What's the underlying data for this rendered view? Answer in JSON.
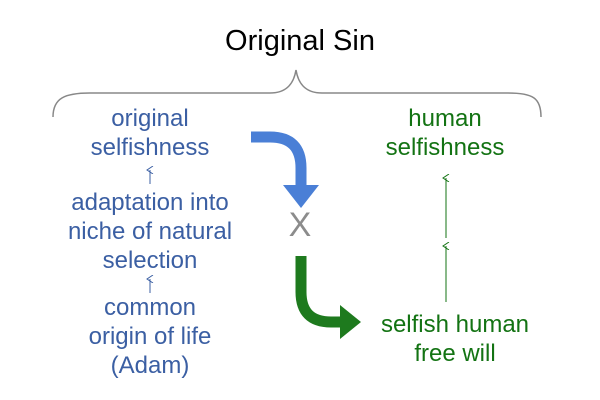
{
  "title": "Original Sin",
  "left_column": {
    "top": "original\nselfishness",
    "middle": "adaptation into\nniche of natural\nselection",
    "bottom": "common\norigin of life\n(Adam)"
  },
  "center": {
    "x_mark": "X"
  },
  "right_column": {
    "top": "human\nselfishness",
    "bottom": "selfish human\nfree will"
  },
  "colors": {
    "left_text": "#3b5fa3",
    "right_text": "#137313",
    "blue_arrow": "#4a7fd6",
    "green_arrow": "#1e7a1e",
    "x_mark": "#8c8c8c",
    "brace": "#888888"
  }
}
